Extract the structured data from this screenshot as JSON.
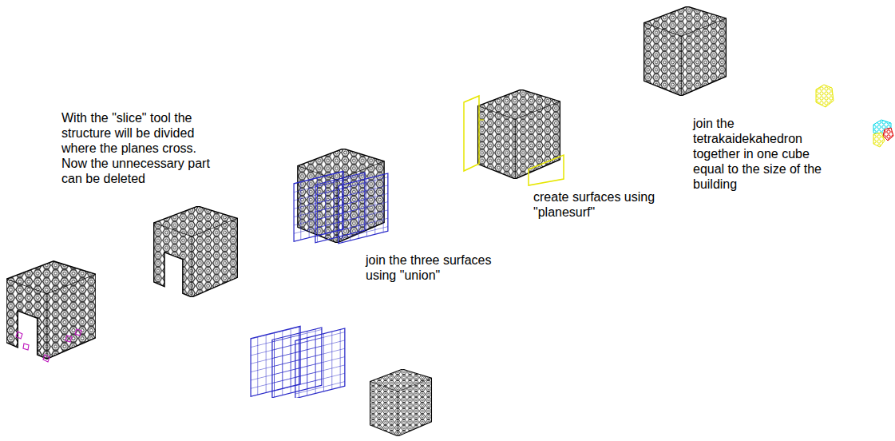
{
  "diagram": {
    "labels": [
      "With the \"slice\" tool the structure will be divided where the planes cross. Now the unnecessary part can be deleted",
      "join the three surfaces using \"union\"",
      "create surfaces using \"planesurf\"",
      "join the tetrakaidekahedron together in one cube equal to the size of the building"
    ]
  }
}
